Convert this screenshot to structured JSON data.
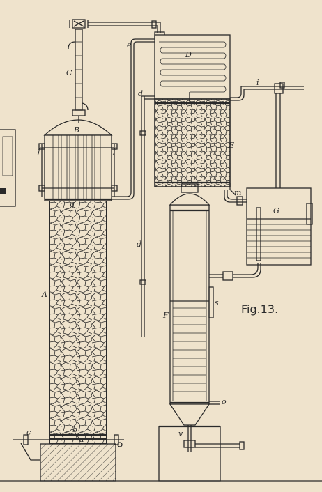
{
  "figure": {
    "caption": "Fig.13."
  },
  "labels": {
    "A": "A",
    "B": "B",
    "C": "C",
    "D": "D",
    "E": "E",
    "F": "F",
    "G": "G",
    "a": "a",
    "b": "b",
    "c": "c",
    "d_top": "d",
    "d_mid": "d",
    "e": "e",
    "f_left": "f",
    "f_right": "f",
    "g": "g",
    "i": "i",
    "m": "m",
    "o": "o",
    "s": "s",
    "v": "v"
  },
  "colors": {
    "paper": "#efe3cc",
    "ink": "#2a2a2a"
  }
}
